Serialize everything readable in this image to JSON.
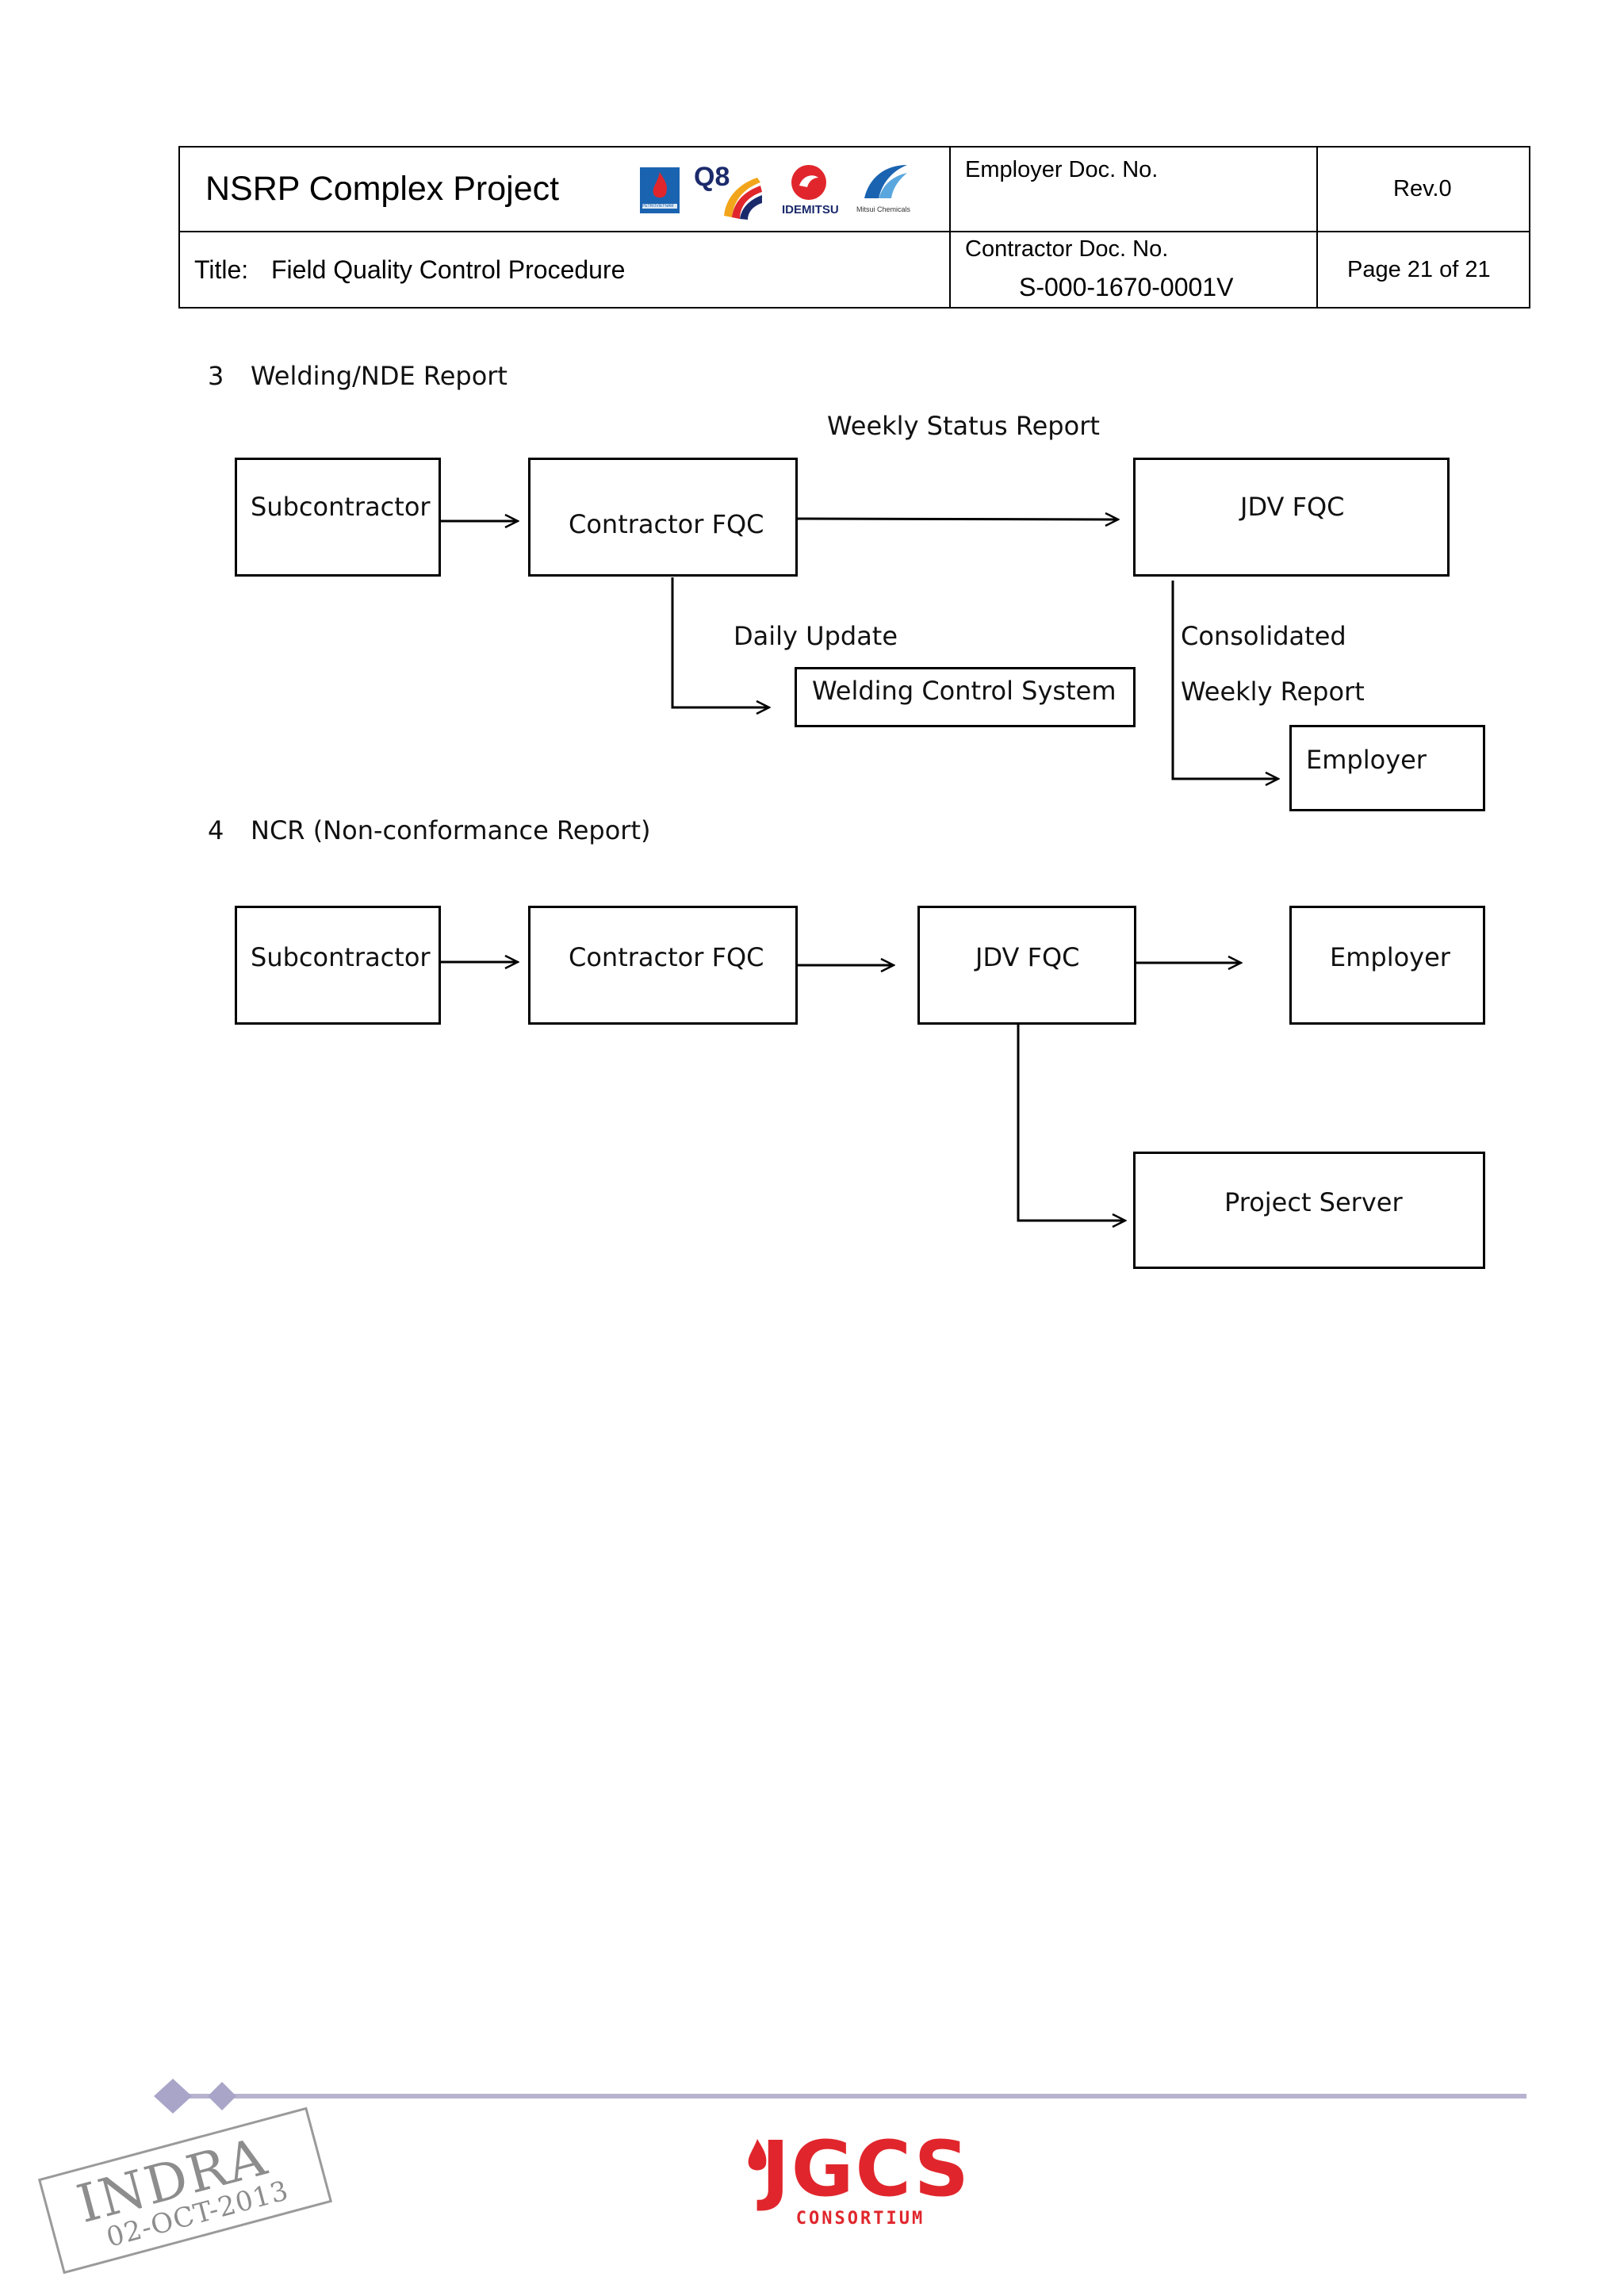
{
  "header": {
    "project_title": "NSRP Complex Project",
    "title_label": "Title:",
    "title_value": "Field Quality Control Procedure",
    "employer_doc_label": "Employer Doc. No.",
    "contractor_doc_label": "Contractor Doc. No.",
    "contractor_doc_number": "S-000-1670-0001V",
    "revision": "Rev.0",
    "page_info": "Page 21 of 21",
    "logos": {
      "petrovietnam": "PETROVIETNAM",
      "q8": "Q8",
      "idemitsu": "IDEMITSU",
      "mitsui": "Mitsui Chemicals"
    }
  },
  "section3": {
    "number": "3",
    "heading": "Welding/NDE Report",
    "weekly_status_label": "Weekly Status Report",
    "daily_update_label": "Daily Update",
    "consolidated_label": "Consolidated",
    "weekly_report_label": "Weekly Report",
    "boxes": {
      "subcontractor": "Subcontractor",
      "contractor_fqc": "Contractor FQC",
      "jdv_fqc": "JDV FQC",
      "welding_control": "Welding Control System",
      "employer": "Employer"
    }
  },
  "section4": {
    "number": "4",
    "heading": "NCR (Non-conformance Report)",
    "boxes": {
      "subcontractor": "Subcontractor",
      "contractor_fqc": "Contractor FQC",
      "jdv_fqc": "JDV FQC",
      "employer": "Employer",
      "project_server": "Project Server"
    }
  },
  "footer": {
    "brand": "JGCS",
    "brand_sub": "CONSORTIUM",
    "stamp_name": "INDRA",
    "stamp_date": "02-OCT-2013"
  },
  "colors": {
    "footer_rule": "#b7b3cf",
    "footer_diamond": "#a9a5c8",
    "brand_red": "#e0262c",
    "stamp_gray": "#8d8d8d"
  }
}
